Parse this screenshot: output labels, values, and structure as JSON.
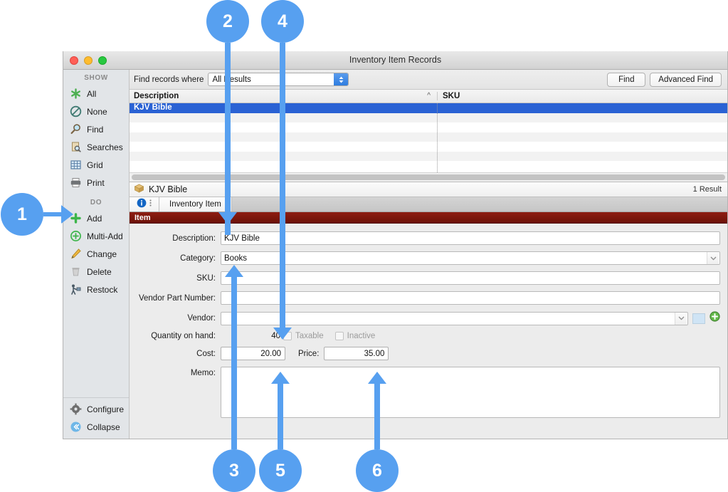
{
  "window": {
    "title": "Inventory Item Records",
    "traffic_lights": [
      "close-red",
      "minimize-yellow",
      "zoom-green"
    ]
  },
  "sidebar": {
    "show_header": "SHOW",
    "show_items": [
      {
        "label": "All",
        "icon": "asterisk-icon"
      },
      {
        "label": "None",
        "icon": "no-entry-icon"
      },
      {
        "label": "Find",
        "icon": "magnifier-icon"
      },
      {
        "label": "Searches",
        "icon": "saved-search-icon"
      },
      {
        "label": "Grid",
        "icon": "grid-icon"
      },
      {
        "label": "Print",
        "icon": "printer-icon"
      }
    ],
    "do_header": "DO",
    "do_items": [
      {
        "label": "Add",
        "icon": "plus-icon"
      },
      {
        "label": "Multi-Add",
        "icon": "multi-add-icon"
      },
      {
        "label": "Change",
        "icon": "pencil-icon"
      },
      {
        "label": "Delete",
        "icon": "trash-icon"
      },
      {
        "label": "Restock",
        "icon": "restock-icon"
      }
    ],
    "bottom_items": [
      {
        "label": "Configure",
        "icon": "gear-icon"
      },
      {
        "label": "Collapse",
        "icon": "collapse-icon"
      }
    ]
  },
  "findbar": {
    "label": "Find records where",
    "select_value": "All Results",
    "find_button": "Find",
    "advanced_find_button": "Advanced Find"
  },
  "list": {
    "columns": [
      "Description",
      "SKU"
    ],
    "sort_indicator": "^",
    "rows": [
      {
        "description": "KJV Bible",
        "sku": "",
        "selected": true
      },
      {
        "description": "",
        "sku": "",
        "selected": false
      },
      {
        "description": "",
        "sku": "",
        "selected": false
      },
      {
        "description": "",
        "sku": "",
        "selected": false
      },
      {
        "description": "",
        "sku": "",
        "selected": false
      },
      {
        "description": "",
        "sku": "",
        "selected": false
      },
      {
        "description": "",
        "sku": "",
        "selected": false
      }
    ]
  },
  "record": {
    "header_title": "KJV Bible",
    "header_icon": "box-icon",
    "result_count": "1 Result",
    "info_icon": "info-icon",
    "overflow_icon": "vertical-dots-icon",
    "tab_label": "Inventory Item",
    "section_label": "Item"
  },
  "form": {
    "description_label": "Description:",
    "description_value": "KJV Bible",
    "category_label": "Category:",
    "category_value": "Books",
    "sku_label": "SKU:",
    "sku_value": "",
    "vendor_part_label": "Vendor Part Number:",
    "vendor_part_value": "",
    "vendor_label": "Vendor:",
    "vendor_value": "",
    "vendor_color_swatch": "#cfe4f5",
    "vendor_add_icon": "green-plus-circle-icon",
    "quantity_label": "Quantity on hand:",
    "quantity_value": "40",
    "taxable_label": "Taxable",
    "taxable_checked": false,
    "inactive_label": "Inactive",
    "inactive_checked": false,
    "cost_label": "Cost:",
    "cost_value": "20.00",
    "price_label": "Price:",
    "price_value": "35.00",
    "memo_label": "Memo:",
    "memo_value": ""
  },
  "callouts": [
    {
      "number": "1",
      "target": "sidebar-add-button"
    },
    {
      "number": "2",
      "target": "description-field"
    },
    {
      "number": "3",
      "target": "category-field"
    },
    {
      "number": "4",
      "target": "quantity-on-hand-value"
    },
    {
      "number": "5",
      "target": "cost-field"
    },
    {
      "number": "6",
      "target": "price-field"
    }
  ],
  "colors": {
    "callout_blue": "#57a0f0",
    "selection_blue": "#2a62d4",
    "section_red": "#7c1409"
  }
}
